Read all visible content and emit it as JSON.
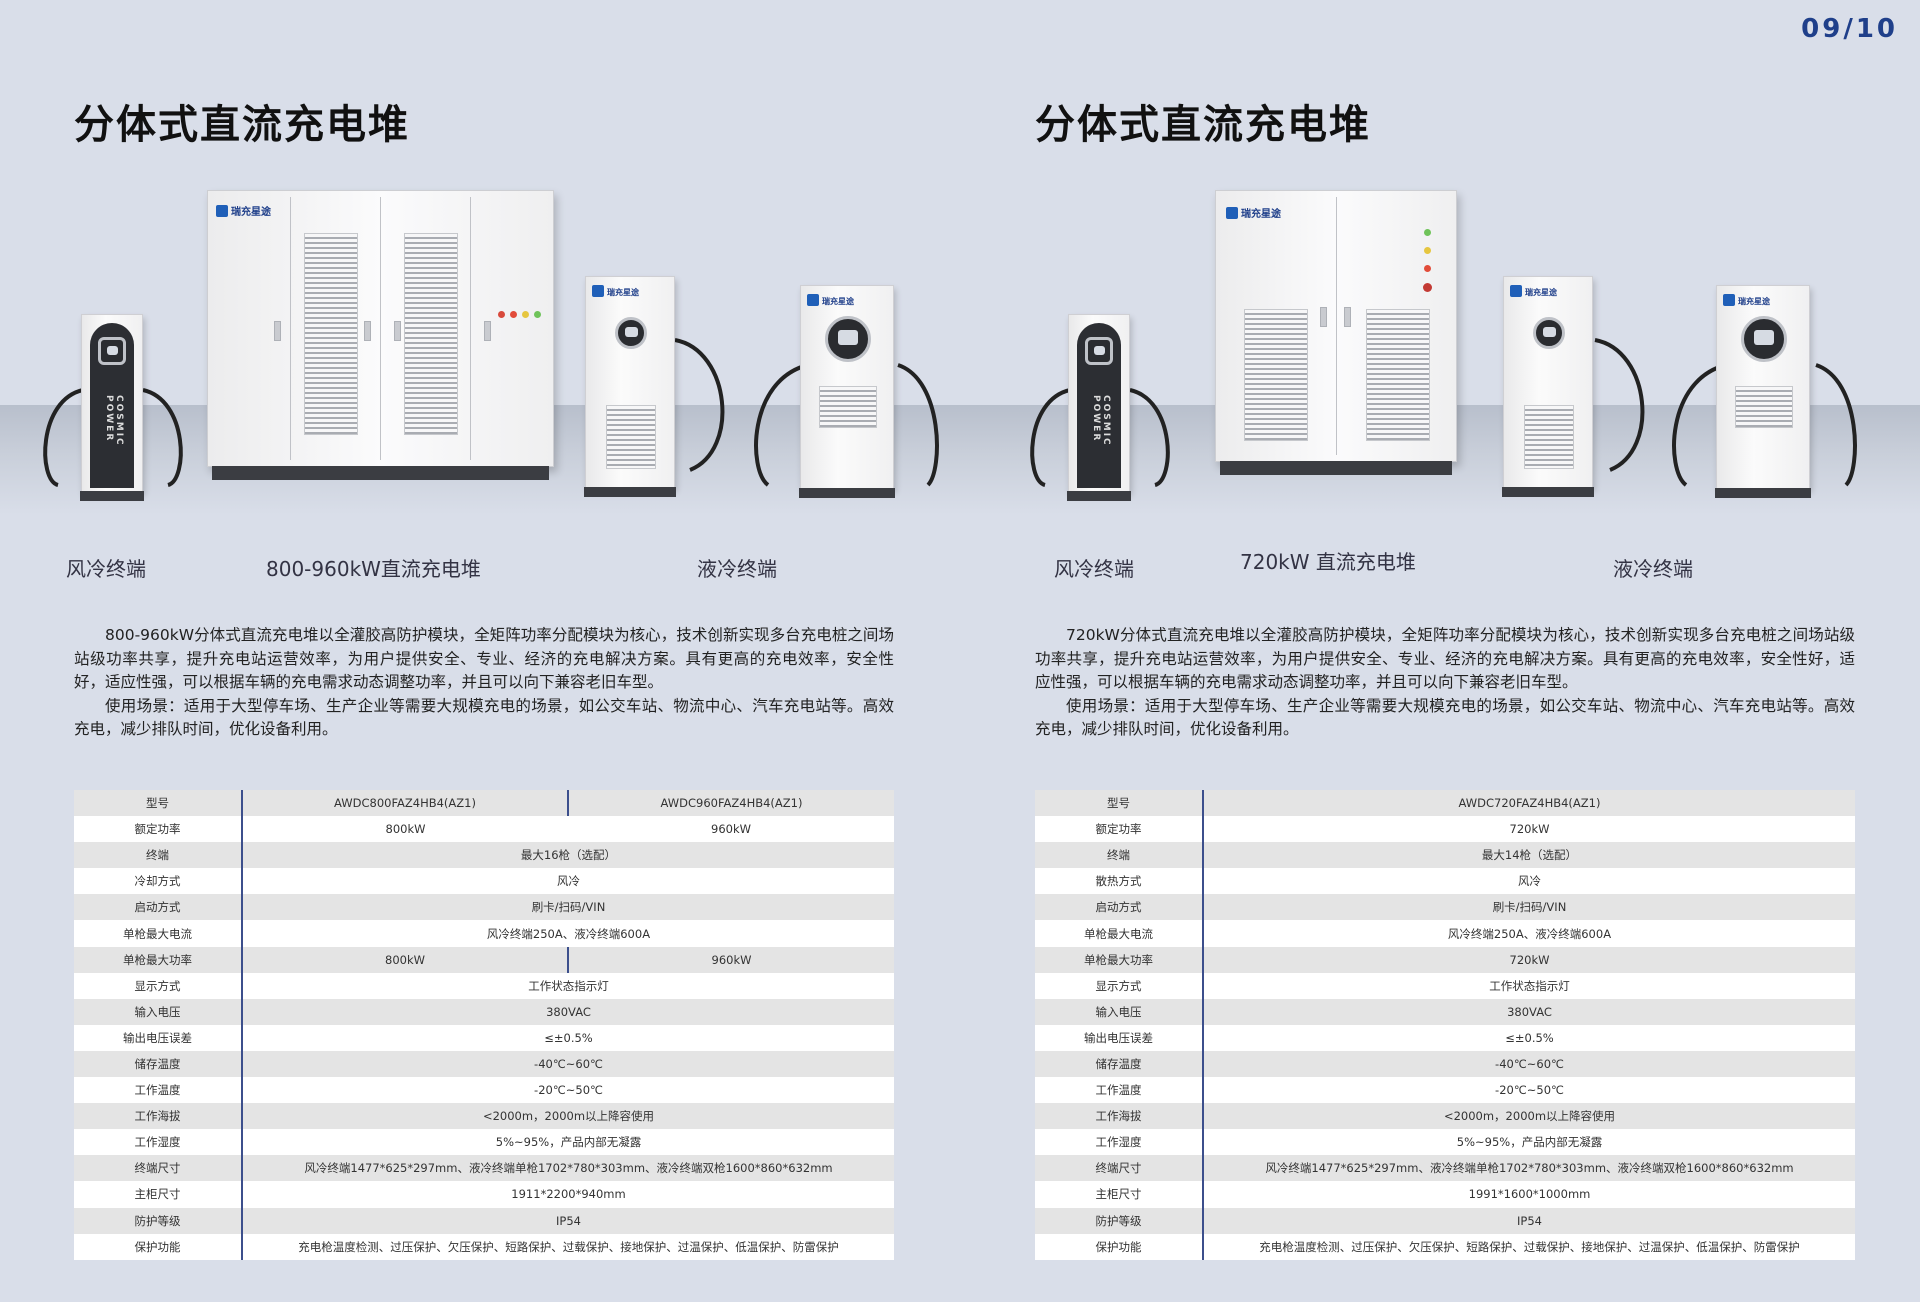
{
  "page_number": "09/10",
  "left": {
    "title": "分体式直流充电堆",
    "labels": {
      "air_terminal": "风冷终端",
      "stack": "800-960kW直流充电堆",
      "liquid_terminal": "液冷终端"
    },
    "logo_text": "瑞充星途",
    "terminal_vertical_text": "COSMIC POWER",
    "description": {
      "p1": "800-960kW分体式直流充电堆以全灌胶高防护模块，全矩阵功率分配模块为核心，技术创新实现多台充电桩之间场站级功率共享，提升充电站运营效率，为用户提供安全、专业、经济的充电解决方案。具有更高的充电效率，安全性好，适应性强，可以根据车辆的充电需求动态调整功率，并且可以向下兼容老旧车型。",
      "p2": "使用场景：适用于大型停车场、生产企业等需要大规模充电的场景，如公交车站、物流中心、汽车充电站等。高效充电，减少排队时间，优化设备利用。"
    },
    "table": {
      "model_label": "型号",
      "model_a": "AWDC800FAZ4HB4(AZ1)",
      "model_b": "AWDC960FAZ4HB4(AZ1)",
      "power_label": "额定功率",
      "power_a": "800kW",
      "power_b": "960kW",
      "terminal_label": "终端",
      "terminal_val": "最大16枪（选配）",
      "cooling_label": "冷却方式",
      "cooling_val": "风冷",
      "start_label": "启动方式",
      "start_val": "刷卡/扫码/VIN",
      "current_label": "单枪最大电流",
      "current_val": "风冷终端250A、液冷终端600A",
      "gunpower_label": "单枪最大功率",
      "gunpower_a": "800kW",
      "gunpower_b": "960kW",
      "display_label": "显示方式",
      "display_val": "工作状态指示灯",
      "input_label": "输入电压",
      "input_val": "380VAC",
      "error_label": "输出电压误差",
      "error_val": "≤±0.5%",
      "storage_label": "储存温度",
      "storage_val": "-40℃~60℃",
      "worktemp_label": "工作温度",
      "worktemp_val": "-20℃~50℃",
      "altitude_label": "工作海拔",
      "altitude_val": "<2000m，2000m以上降容使用",
      "humidity_label": "工作湿度",
      "humidity_val": "5%~95%，产品内部无凝露",
      "termsize_label": "终端尺寸",
      "termsize_val": "风冷终端1477*625*297mm、液冷终端单枪1702*780*303mm、液冷终端双枪1600*860*632mm",
      "cabsize_label": "主柜尺寸",
      "cabsize_val": "1911*2200*940mm",
      "ip_label": "防护等级",
      "ip_val": "IP54",
      "protect_label": "保护功能",
      "protect_val": "充电枪温度检测、过压保护、欠压保护、短路保护、过载保护、接地保护、过温保护、低温保护、防雷保护"
    }
  },
  "right": {
    "title": "分体式直流充电堆",
    "labels": {
      "air_terminal": "风冷终端",
      "stack": "720kW 直流充电堆",
      "liquid_terminal": "液冷终端"
    },
    "logo_text": "瑞充星途",
    "terminal_vertical_text": "COSMIC POWER",
    "description": {
      "p1": "720kW分体式直流充电堆以全灌胶高防护模块，全矩阵功率分配模块为核心，技术创新实现多台充电桩之间场站级功率共享，提升充电站运营效率，为用户提供安全、专业、经济的充电解决方案。具有更高的充电效率，安全性好，适应性强，可以根据车辆的充电需求动态调整功率，并且可以向下兼容老旧车型。",
      "p2": "使用场景：适用于大型停车场、生产企业等需要大规模充电的场景，如公交车站、物流中心、汽车充电站等。高效充电，减少排队时间，优化设备利用。"
    },
    "table": {
      "model_label": "型号",
      "model_val": "AWDC720FAZ4HB4(AZ1)",
      "power_label": "额定功率",
      "power_val": "720kW",
      "terminal_label": "终端",
      "terminal_val": "最大14枪（选配）",
      "cooling_label": "散热方式",
      "cooling_val": "风冷",
      "start_label": "启动方式",
      "start_val": "刷卡/扫码/VIN",
      "current_label": "单枪最大电流",
      "current_val": "风冷终端250A、液冷终端600A",
      "gunpower_label": "单枪最大功率",
      "gunpower_val": "720kW",
      "display_label": "显示方式",
      "display_val": "工作状态指示灯",
      "input_label": "输入电压",
      "input_val": "380VAC",
      "error_label": "输出电压误差",
      "error_val": "≤±0.5%",
      "storage_label": "储存温度",
      "storage_val": "-40℃~60℃",
      "worktemp_label": "工作温度",
      "worktemp_val": "-20℃~50℃",
      "altitude_label": "工作海拔",
      "altitude_val": "<2000m，2000m以上降容使用",
      "humidity_label": "工作湿度",
      "humidity_val": "5%~95%，产品内部无凝露",
      "termsize_label": "终端尺寸",
      "termsize_val": "风冷终端1477*625*297mm、液冷终端单枪1702*780*303mm、液冷终端双枪1600*860*632mm",
      "cabsize_label": "主柜尺寸",
      "cabsize_val": "1991*1600*1000mm",
      "ip_label": "防护等级",
      "ip_val": "IP54",
      "protect_label": "保护功能",
      "protect_val": "充电枪温度检测、过压保护、欠压保护、短路保护、过载保护、接地保护、过温保护、低温保护、防雷保护"
    }
  }
}
